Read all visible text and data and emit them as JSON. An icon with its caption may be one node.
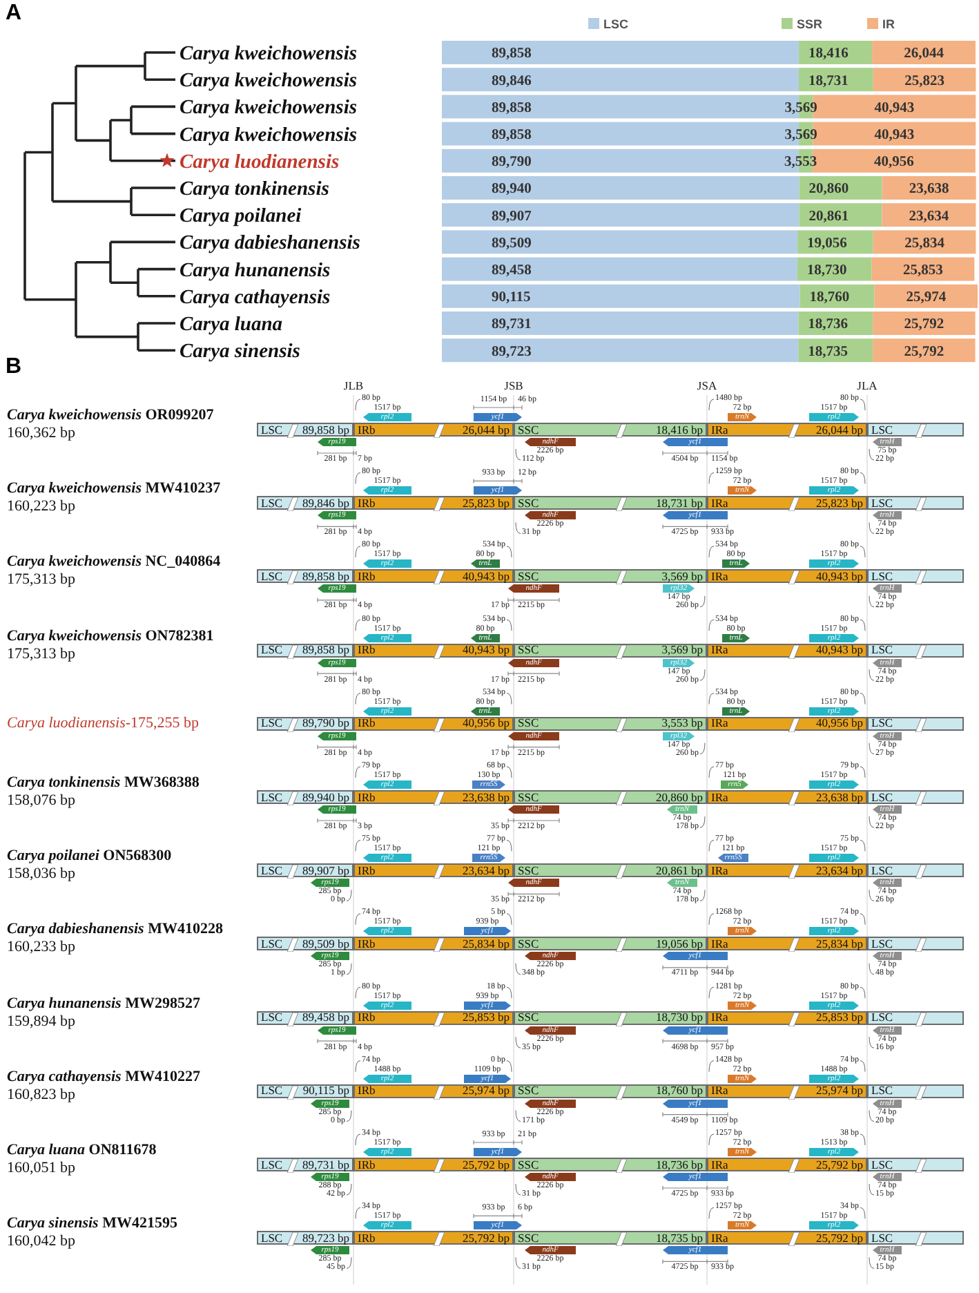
{
  "diagram": {
    "nodes": [
      {
        "text": [
          "LSC",
          "89,858 bp"
        ]
      },
      {
        "text": [
          "IRb",
          "26,044 bp"
        ]
      },
      {
        "text": [
          "SSC",
          "18,416 bp"
        ]
      },
      {
        "text": [
          "IRa",
          "26,044 bp"
        ]
      },
      {
        "text": [
          "LSC"
        ]
      },
      {
        "text": [
          "rps19"
        ],
        "beside": [
          "281 bp",
          "7 bp"
        ]
      },
      {
        "text": [
          "rpl2"
        ],
        "beside": [
          "80 bp",
          "1517 bp"
        ]
      },
      {
        "text": [
          "ycf1"
        ],
        "beside": [
          "1154 bp",
          "46 bp"
        ]
      },
      {
        "text": [
          "ndhF"
        ],
        "beside": [
          "2226 bp",
          "112 bp"
        ]
      },
      {
        "text": [
          "ycf1"
        ],
        "beside": [
          "4504 bp",
          "1154 bp"
        ]
      },
      {
        "text": [
          "trnN"
        ],
        "beside": [
          "1480 bp",
          "72 bp"
        ]
      },
      {
        "text": [
          "rpl2"
        ],
        "beside": [
          "80 bp",
          "1517 bp"
        ]
      },
      {
        "text": [
          "trnH"
        ],
        "beside": [
          "75 bp",
          "22 bp"
        ]
      },
      {
        "text": [
          "LSC",
          "89,846 bp"
        ]
      },
      {
        "text": [
          "IRb",
          "25,823 bp"
        ]
      },
      {
        "text": [
          "SSC",
          "18,731 bp"
        ]
      },
      {
        "text": [
          "IRa",
          "25,823 bp"
        ]
      },
      {
        "text": [
          "LSC"
        ]
      },
      {
        "text": [
          "rps19"
        ],
        "beside": [
          "281 bp",
          "4 bp"
        ]
      },
      {
        "text": [
          "rpl2"
        ],
        "beside": [
          "80 bp",
          "1517 bp"
        ]
      },
      {
        "text": [
          "ycf1"
        ],
        "beside": [
          "933 bp",
          "12 bp"
        ]
      },
      {
        "text": [
          "ndhF"
        ],
        "beside": [
          "2226 bp",
          "31 bp"
        ]
      },
      {
        "text": [
          "ycf1"
        ],
        "beside": [
          "4725 bp",
          "933 bp"
        ]
      },
      {
        "text": [
          "trnN"
        ],
        "beside": [
          "1259 bp",
          "72 bp"
        ]
      },
      {
        "text": [
          "rpl2"
        ],
        "beside": [
          "80 bp",
          "1517 bp"
        ]
      },
      {
        "text": [
          "trnH"
        ],
        "beside": [
          "74 bp",
          "22 bp"
        ]
      },
      {
        "text": [
          "LSC",
          "89,858 bp"
        ]
      },
      {
        "text": [
          "IRb",
          "40,943 bp"
        ]
      },
      {
        "text": [
          "SSC",
          "3,569 bp"
        ]
      },
      {
        "text": [
          "IRa",
          "40,943 bp"
        ]
      },
      {
        "text": [
          "LSC"
        ]
      },
      {
        "text": [
          "rps19"
        ],
        "beside": [
          "281 bp",
          "4 bp"
        ]
      },
      {
        "text": [
          "rpl2"
        ],
        "beside": [
          "80 bp",
          "1517 bp"
        ]
      },
      {
        "text": [
          "trnL"
        ],
        "beside": [
          "534 bp",
          "80 bp"
        ]
      },
      {
        "text": [
          "ndhF"
        ],
        "beside": [
          "17 bp",
          "2215 bp"
        ]
      },
      {
        "text": [
          "rpl32"
        ],
        "beside": [
          "147 bp",
          "260 bp"
        ]
      },
      {
        "text": [
          "trnL"
        ],
        "beside": [
          "534 bp",
          "80 bp"
        ]
      },
      {
        "text": [
          "rpl2"
        ],
        "beside": [
          "80 bp",
          "1517 bp"
        ]
      },
      {
        "text": [
          "trnH"
        ],
        "beside": [
          "74 bp",
          "22 bp"
        ]
      },
      {
        "text": [
          "LSC",
          "89,858 bp"
        ]
      },
      {
        "text": [
          "IRb",
          "40,943 bp"
        ]
      },
      {
        "text": [
          "SSC",
          "3,569 bp"
        ]
      },
      {
        "text": [
          "IRa",
          "40,943 bp"
        ]
      },
      {
        "text": [
          "LSC"
        ]
      },
      {
        "text": [
          "rps19"
        ],
        "beside": [
          "281 bp",
          "4 bp"
        ]
      },
      {
        "text": [
          "rpl2"
        ],
        "beside": [
          "80 bp",
          "1517 bp"
        ]
      },
      {
        "text": [
          "trnL"
        ],
        "beside": [
          "534 bp",
          "80 bp"
        ]
      },
      {
        "text": [
          "ndhF"
        ],
        "beside": [
          "17 bp",
          "2215 bp"
        ]
      },
      {
        "text": [
          "rpl32"
        ],
        "beside": [
          "147 bp",
          "260 bp"
        ]
      },
      {
        "text": [
          "trnL"
        ],
        "beside": [
          "534 bp",
          "80 bp"
        ]
      },
      {
        "text": [
          "rpl2"
        ],
        "beside": [
          "80 bp",
          "1517 bp"
        ]
      },
      {
        "text": [
          "trnH"
        ],
        "beside": [
          "74 bp",
          "22 bp"
        ]
      },
      {
        "text": [
          "LSC",
          "89,790 bp"
        ]
      },
      {
        "text": [
          "IRb",
          "40,956 bp"
        ]
      },
      {
        "text": [
          "SSC",
          "3,553 bp"
        ]
      },
      {
        "text": [
          "IRa",
          "40,956 bp"
        ]
      },
      {
        "text": [
          "LSC"
        ]
      },
      {
        "text": [
          "rps19"
        ],
        "beside": [
          "281 bp",
          "4 bp"
        ]
      },
      {
        "text": [
          "rpl2"
        ],
        "beside": [
          "80 bp",
          "1517 bp"
        ]
      },
      {
        "text": [
          "trnL"
        ],
        "beside": [
          "534 bp",
          "80 bp"
        ]
      },
      {
        "text": [
          "ndhF"
        ],
        "beside": [
          "17 bp",
          "2215 bp"
        ]
      },
      {
        "text": [
          "rpl32"
        ],
        "beside": [
          "147 bp",
          "260 bp"
        ]
      },
      {
        "text": [
          "trnL"
        ],
        "beside": [
          "534 bp",
          "80 bp"
        ]
      },
      {
        "text": [
          "rpl2"
        ],
        "beside": [
          "80 bp",
          "1517 bp"
        ]
      },
      {
        "text": [
          "trnH"
        ],
        "beside": [
          "74 bp",
          "27 bp"
        ]
      },
      {
        "text": [
          "LSC",
          "89,940 bp"
        ]
      },
      {
        "text": [
          "IRb",
          "23,638 bp"
        ]
      },
      {
        "text": [
          "SSC",
          "20,860 bp"
        ]
      },
      {
        "text": [
          "IRa",
          "23,638 bp"
        ]
      },
      {
        "text": [
          "LSC"
        ]
      },
      {
        "text": [
          "rps19"
        ],
        "beside": [
          "281 bp",
          "3 bp"
        ]
      },
      {
        "text": [
          "rpl2"
        ],
        "beside": [
          "79 bp",
          "1517 bp"
        ]
      },
      {
        "text": [
          "rrn5S"
        ],
        "beside": [
          "68 bp",
          "130 bp"
        ]
      },
      {
        "text": [
          "ndhF"
        ],
        "beside": [
          "35 bp",
          "2212 bp"
        ]
      },
      {
        "text": [
          "trnN"
        ],
        "beside": [
          "74 bp",
          "178 bp"
        ]
      },
      {
        "text": [
          "rrn5"
        ],
        "beside": [
          "77 bp",
          "121 bp"
        ]
      },
      {
        "text": [
          "rpl2"
        ],
        "beside": [
          "79 bp",
          "1517 bp"
        ]
      },
      {
        "text": [
          "trnH"
        ],
        "beside": [
          "74 bp",
          "22 bp"
        ]
      },
      {
        "text": [
          "LSC",
          "89,907 bp"
        ]
      },
      {
        "text": [
          "IRb",
          "23,634 bp"
        ]
      },
      {
        "text": [
          "SSC",
          "20,861 bp"
        ]
      },
      {
        "text": [
          "IRa",
          "23,634 bp"
        ]
      },
      {
        "text": [
          "LSC"
        ]
      },
      {
        "text": [
          "rps19"
        ],
        "beside": [
          "285 bp",
          "0 bp"
        ]
      },
      {
        "text": [
          "rpl2"
        ],
        "beside": [
          "75 bp",
          "1517 bp"
        ]
      },
      {
        "text": [
          "rrn5S"
        ],
        "beside": [
          "77 bp",
          "121 bp"
        ]
      },
      {
        "text": [
          "ndhF"
        ],
        "beside": [
          "35 bp",
          "2212 bp"
        ]
      },
      {
        "text": [
          "trnN"
        ],
        "beside": [
          "74 bp",
          "178 bp"
        ]
      },
      {
        "text": [
          "rrn5S"
        ],
        "beside": [
          "77 bp",
          "121 bp"
        ]
      },
      {
        "text": [
          "rpl2"
        ],
        "beside": [
          "75 bp",
          "1517 bp"
        ]
      },
      {
        "text": [
          "trnH"
        ],
        "beside": [
          "74 bp",
          "26 bp"
        ]
      },
      {
        "text": [
          "LSC",
          "89,509 bp"
        ]
      },
      {
        "text": [
          "IRb",
          "25,834 bp"
        ]
      },
      {
        "text": [
          "SSC",
          "19,056 bp"
        ]
      },
      {
        "text": [
          "IRa",
          "25,834 bp"
        ]
      },
      {
        "text": [
          "LSC"
        ]
      },
      {
        "text": [
          "rps19"
        ],
        "beside": [
          "285 bp",
          "1 bp"
        ]
      },
      {
        "text": [
          "rpl2"
        ],
        "beside": [
          "74 bp",
          "1517 bp"
        ]
      },
      {
        "text": [
          "ycf1"
        ],
        "beside": [
          "5 bp",
          "939 bp"
        ]
      },
      {
        "text": [
          "ndhF"
        ],
        "beside": [
          "2226 bp",
          "348 bp"
        ]
      },
      {
        "text": [
          "ycf1"
        ],
        "beside": [
          "4711 bp",
          "944 bp"
        ]
      },
      {
        "text": [
          "trnN"
        ],
        "beside": [
          "1268 bp",
          "72 bp"
        ]
      },
      {
        "text": [
          "rpl2"
        ],
        "beside": [
          "74 bp",
          "1517 bp"
        ]
      },
      {
        "text": [
          "trnH"
        ],
        "beside": [
          "74 bp",
          "48 bp"
        ]
      },
      {
        "text": [
          "LSC",
          "89,458 bp"
        ]
      },
      {
        "text": [
          "IRb",
          "25,853 bp"
        ]
      },
      {
        "text": [
          "SSC",
          "18,730 bp"
        ]
      },
      {
        "text": [
          "IRa",
          "25,853 bp"
        ]
      },
      {
        "text": [
          "LSC"
        ]
      },
      {
        "text": [
          "rps19"
        ],
        "beside": [
          "281 bp",
          "4 bp"
        ]
      },
      {
        "text": [
          "rpl2"
        ],
        "beside": [
          "80 bp",
          "1517 bp"
        ]
      },
      {
        "text": [
          "ycf1"
        ],
        "beside": [
          "18 bp",
          "939 bp"
        ]
      },
      {
        "text": [
          "ndhF"
        ],
        "beside": [
          "2226 bp",
          "35 bp"
        ]
      },
      {
        "text": [
          "ycf1"
        ],
        "beside": [
          "4698 bp",
          "957 bp"
        ]
      },
      {
        "text": [
          "trnN"
        ],
        "beside": [
          "1281 bp",
          "72 bp"
        ]
      },
      {
        "text": [
          "rpl2"
        ],
        "beside": [
          "80 bp",
          "1517 bp"
        ]
      },
      {
        "text": [
          "trnH"
        ],
        "beside": [
          "74 bp",
          "16 bp"
        ]
      },
      {
        "text": [
          "LSC",
          "90,115 bp"
        ]
      },
      {
        "text": [
          "IRb",
          "25,974 bp"
        ]
      },
      {
        "text": [
          "SSC",
          "18,760 bp"
        ]
      },
      {
        "text": [
          "IRa",
          "25,974 bp"
        ]
      },
      {
        "text": [
          "LSC"
        ]
      },
      {
        "text": [
          "rps19"
        ],
        "beside": [
          "285 bp",
          "0 bp"
        ]
      },
      {
        "text": [
          "rpl2"
        ],
        "beside": [
          "74 bp",
          "1488 bp"
        ]
      },
      {
        "text": [
          "ycf1"
        ],
        "beside": [
          "0 bp",
          "1109 bp"
        ]
      },
      {
        "text": [
          "ndhF"
        ],
        "beside": [
          "2226 bp",
          "171 bp"
        ]
      },
      {
        "text": [
          "ycf1"
        ],
        "beside": [
          "4549 bp",
          "1109 bp"
        ]
      },
      {
        "text": [
          "trnN"
        ],
        "beside": [
          "1428 bp",
          "72 bp"
        ]
      },
      {
        "text": [
          "rpl2"
        ],
        "beside": [
          "74 bp",
          "1488 bp"
        ]
      },
      {
        "text": [
          "trnH"
        ],
        "beside": [
          "74 bp",
          "20 bp"
        ]
      },
      {
        "text": [
          "LSC",
          "89,731 bp"
        ]
      },
      {
        "text": [
          "IRb",
          "25,792 bp"
        ]
      },
      {
        "text": [
          "SSC",
          "18,736 bp"
        ]
      },
      {
        "text": [
          "IRa",
          "25,792 bp"
        ]
      },
      {
        "text": [
          "LSC"
        ]
      },
      {
        "text": [
          "rps19"
        ],
        "beside": [
          "288 bp",
          "42 bp"
        ]
      },
      {
        "text": [
          "rpl2"
        ],
        "beside": [
          "34 bp",
          "1517 bp"
        ]
      },
      {
        "text": [
          "ycf1"
        ],
        "beside": [
          "933 bp",
          "21 bp"
        ]
      },
      {
        "text": [
          "ndhF"
        ],
        "beside": [
          "2226 bp",
          "31 bp"
        ]
      },
      {
        "text": [
          "ycf1"
        ],
        "beside": [
          "4725 bp",
          "933 bp"
        ]
      },
      {
        "text": [
          "trnN"
        ],
        "beside": [
          "1257 bp",
          "72 bp"
        ]
      },
      {
        "text": [
          "rpl2"
        ],
        "beside": [
          "38 bp",
          "1513 bp"
        ]
      },
      {
        "text": [
          "trnH"
        ],
        "beside": [
          "74 bp",
          "15 bp"
        ]
      },
      {
        "text": [
          "LSC",
          "89,723 bp"
        ]
      },
      {
        "text": [
          "IRb",
          "25,792 bp"
        ]
      },
      {
        "text": [
          "SSC",
          "18,735 bp"
        ]
      },
      {
        "text": [
          "IRa",
          "25,792 bp"
        ]
      },
      {
        "text": [
          "LSC"
        ]
      },
      {
        "text": [
          "rps19"
        ],
        "beside": [
          "285 bp",
          "45 bp"
        ]
      },
      {
        "text": [
          "rpl2"
        ],
        "beside": [
          "34 bp",
          "1517 bp"
        ]
      },
      {
        "text": [
          "ycf1"
        ],
        "beside": [
          "933 bp",
          "6 bp"
        ]
      },
      {
        "text": [
          "ndhF"
        ],
        "beside": [
          "2226 bp",
          "31 bp"
        ]
      },
      {
        "text": [
          "ycf1"
        ],
        "beside": [
          "4725 bp",
          "933 bp"
        ]
      },
      {
        "text": [
          "trnN"
        ],
        "beside": [
          "1257 bp",
          "72 bp"
        ]
      },
      {
        "text": [
          "rpl2"
        ],
        "beside": [
          "34 bp",
          "1517 bp"
        ]
      },
      {
        "text": [
          "trnH"
        ],
        "beside": [
          "74 bp",
          "15 bp"
        ]
      }
    ],
    "labels": [
      "A",
      "B",
      "JLB",
      "JSB",
      "JSA",
      "JLA",
      "*Carya kweichowensis* OR099207",
      "160,362 bp",
      "*Carya kweichowensis* MW410237",
      "160,223 bp",
      "*Carya kweichowensis* NC_040864",
      "175,313 bp",
      "*Carya kweichowensis* ON782381",
      "175,313 bp",
      "*Carya luodianensis*-175,255 bp",
      "*Carya tonkinensis* MW368388",
      "158,076 bp",
      "*Carya poilanei* ON568300",
      "158,036 bp",
      "*Carya dabieshanensis* MW410228",
      "160,233 bp",
      "*Carya hunanensis* MW298527",
      "159,894 bp",
      "*Carya cathayensis* MW410227",
      "160,823 bp",
      "*Carya luana* ON811678",
      "160,051 bp",
      "*Carya sinensis* MW421595",
      "160,042 bp"
    ],
    "chart_data": {
      "type": "bar",
      "orientation": "horizontal",
      "stacked": true,
      "legend": "top",
      "data_labels": true,
      "categories": [
        "Carya kweichowensis",
        "Carya kweichowensis",
        "Carya kweichowensis",
        "Carya kweichowensis",
        "Carya luodianensis",
        "Carya tonkinensis",
        "Carya poilanei",
        "Carya dabieshanensis",
        "Carya hunanensis",
        "Carya cathayensis",
        "Carya luana",
        "Carya sinensis"
      ],
      "series": [
        {
          "name": "LSC",
          "color": "#b4cde6",
          "values": [
            89858,
            89846,
            89858,
            89858,
            89790,
            89940,
            89907,
            89509,
            89458,
            90115,
            89731,
            89723
          ],
          "value_labels": [
            "89,858",
            "89,846",
            "89,858",
            "89,858",
            "89,790",
            "89,940",
            "89,907",
            "89,509",
            "89,458",
            "90,115",
            "89,731",
            "89,723"
          ]
        },
        {
          "name": "SSR",
          "color": "#a9d18e",
          "values": [
            18416,
            18731,
            3569,
            3569,
            3553,
            20860,
            20861,
            19056,
            18730,
            18760,
            18736,
            18735
          ],
          "value_labels": [
            "18,416",
            "18,731",
            "3,569",
            "3,569",
            "3,553",
            "20,860",
            "20,861",
            "19,056",
            "18,730",
            "18,760",
            "18,736",
            "18,735"
          ]
        },
        {
          "name": "IR",
          "color": "#f4b183",
          "values": [
            26044,
            25823,
            40943,
            40943,
            40956,
            23638,
            23634,
            25834,
            25853,
            25974,
            25792,
            25792
          ],
          "value_labels": [
            "26,044",
            "25,823",
            "40,943",
            "40,943",
            "40,956",
            "23,638",
            "23,634",
            "25,834",
            "25,853",
            "25,974",
            "25,792",
            "25,792"
          ]
        }
      ]
    }
  }
}
